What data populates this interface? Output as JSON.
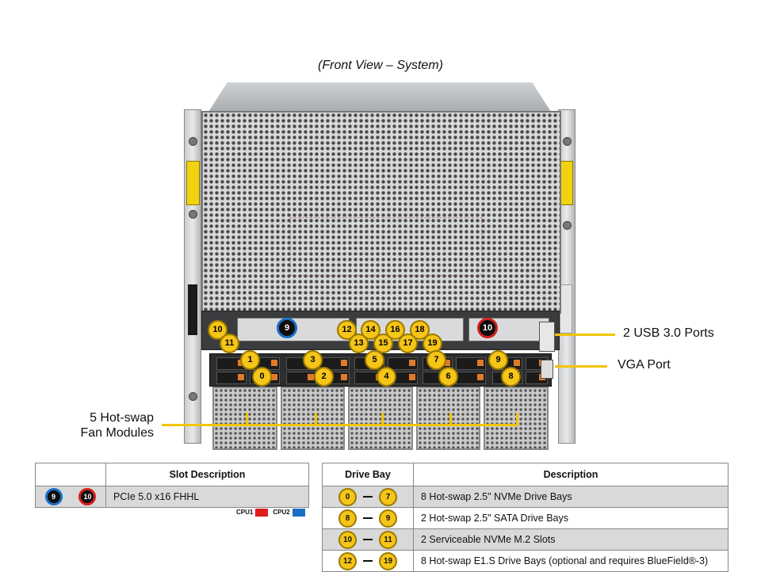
{
  "caption": "(Front View – System)",
  "callouts": {
    "usb": "2 USB 3.0 Ports",
    "vga": "VGA Port",
    "fans_line1": "5 Hot-swap",
    "fans_line2": "Fan Modules"
  },
  "markers": {
    "nvme_m2": [
      "10",
      "11"
    ],
    "e1s": [
      "12",
      "13",
      "14",
      "15",
      "16",
      "17",
      "18",
      "19"
    ],
    "drives": [
      "0",
      "1",
      "2",
      "3",
      "4",
      "5",
      "6",
      "7",
      "8",
      "9"
    ],
    "pcie": [
      "9",
      "10"
    ]
  },
  "slot_table": {
    "header": "Slot Description",
    "pcie_left": "9",
    "pcie_right": "10",
    "row": "PCIe 5.0 x16 FHHL",
    "legend_cpu1": "CPU1",
    "legend_cpu2": "CPU2",
    "color_cpu1": "#e01b1b",
    "color_cpu2": "#1a6fc4"
  },
  "drive_table": {
    "header_bay": "Drive Bay",
    "header_desc": "Description",
    "rows": [
      {
        "from": "0",
        "to": "7",
        "desc": "8 Hot-swap 2.5\" NVMe Drive Bays"
      },
      {
        "from": "8",
        "to": "9",
        "desc": "2 Hot-swap 2.5\" SATA Drive Bays"
      },
      {
        "from": "10",
        "to": "11",
        "desc": "2 Serviceable NVMe M.2 Slots"
      },
      {
        "from": "12",
        "to": "19",
        "desc": "8 Hot-swap E1.S Drive Bays (optional and requires BlueField®-3)"
      }
    ]
  }
}
